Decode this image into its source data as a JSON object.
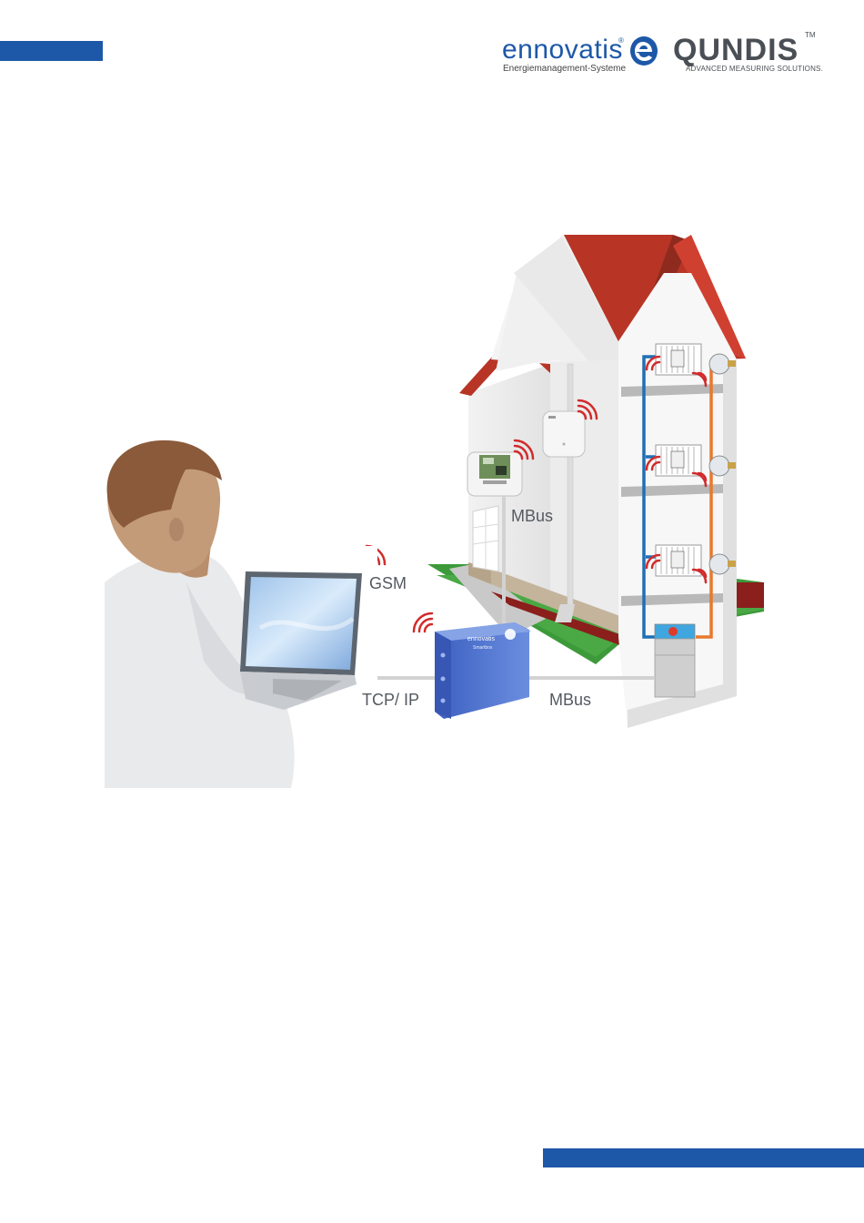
{
  "header": {
    "ennovatis": {
      "name": "ennovatis",
      "registered": "®",
      "tagline": "Energiemanagement-Systeme"
    },
    "qundis": {
      "name": "QUNDIS",
      "trademark": "TM",
      "tagline": "ADVANCED MEASURING SOLUTIONS."
    }
  },
  "diagram": {
    "labels": {
      "mbus_upper": "MBus",
      "gsm": "GSM",
      "tcpip": "TCP/ IP",
      "mbus_lower": "MBus"
    },
    "device_brand": "ennovatis",
    "device_model": "Smartbox"
  },
  "colors": {
    "brand_blue": "#1d58a8",
    "roof": "#b83526",
    "signal": "#d22b2b",
    "pipe_supply": "#e8792f",
    "pipe_return": "#1f6fb5",
    "device": "#4a6fc9",
    "lawn": "#3d9a3a",
    "soil": "#8a1f1c"
  }
}
